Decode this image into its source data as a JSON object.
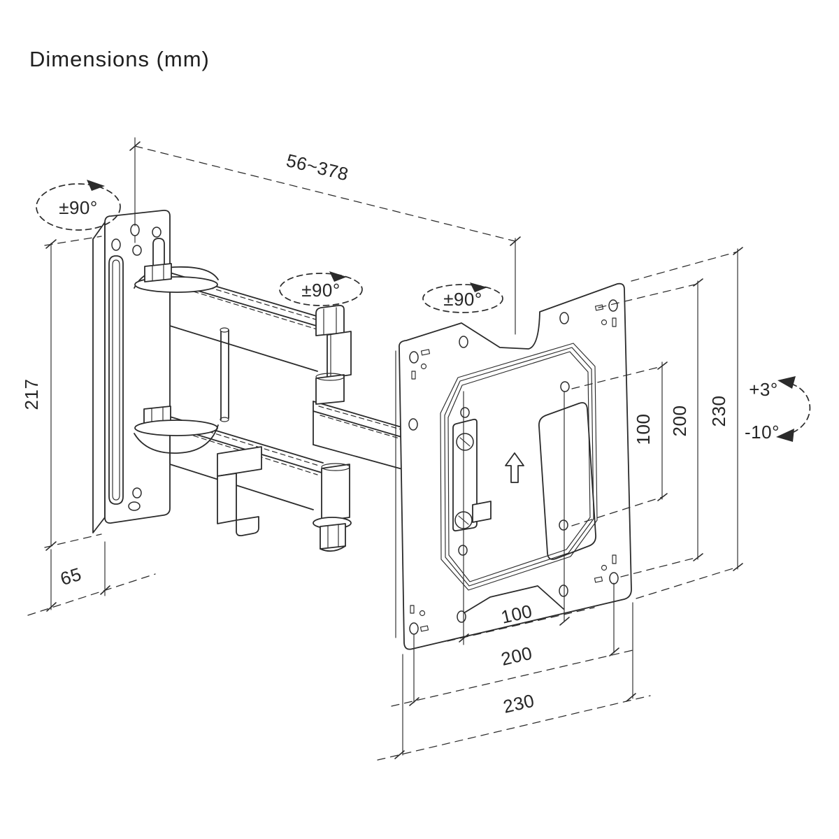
{
  "title": "Dimensions (mm)",
  "colors": {
    "ink": "#2b2b2b",
    "background": "#ffffff"
  },
  "annotations": {
    "arm_extension": "56~378",
    "swivel_left": "±90°",
    "swivel_middle": "±90°",
    "swivel_right": "±90°",
    "wall_plate_height": "217",
    "wall_plate_width": "65",
    "tilt_up": "+3°",
    "tilt_down": "-10°",
    "vesa_vertical": {
      "inner": "100",
      "middle": "200",
      "outer": "230"
    },
    "vesa_horizontal": {
      "inner": "100",
      "middle": "200",
      "outer": "230"
    }
  }
}
